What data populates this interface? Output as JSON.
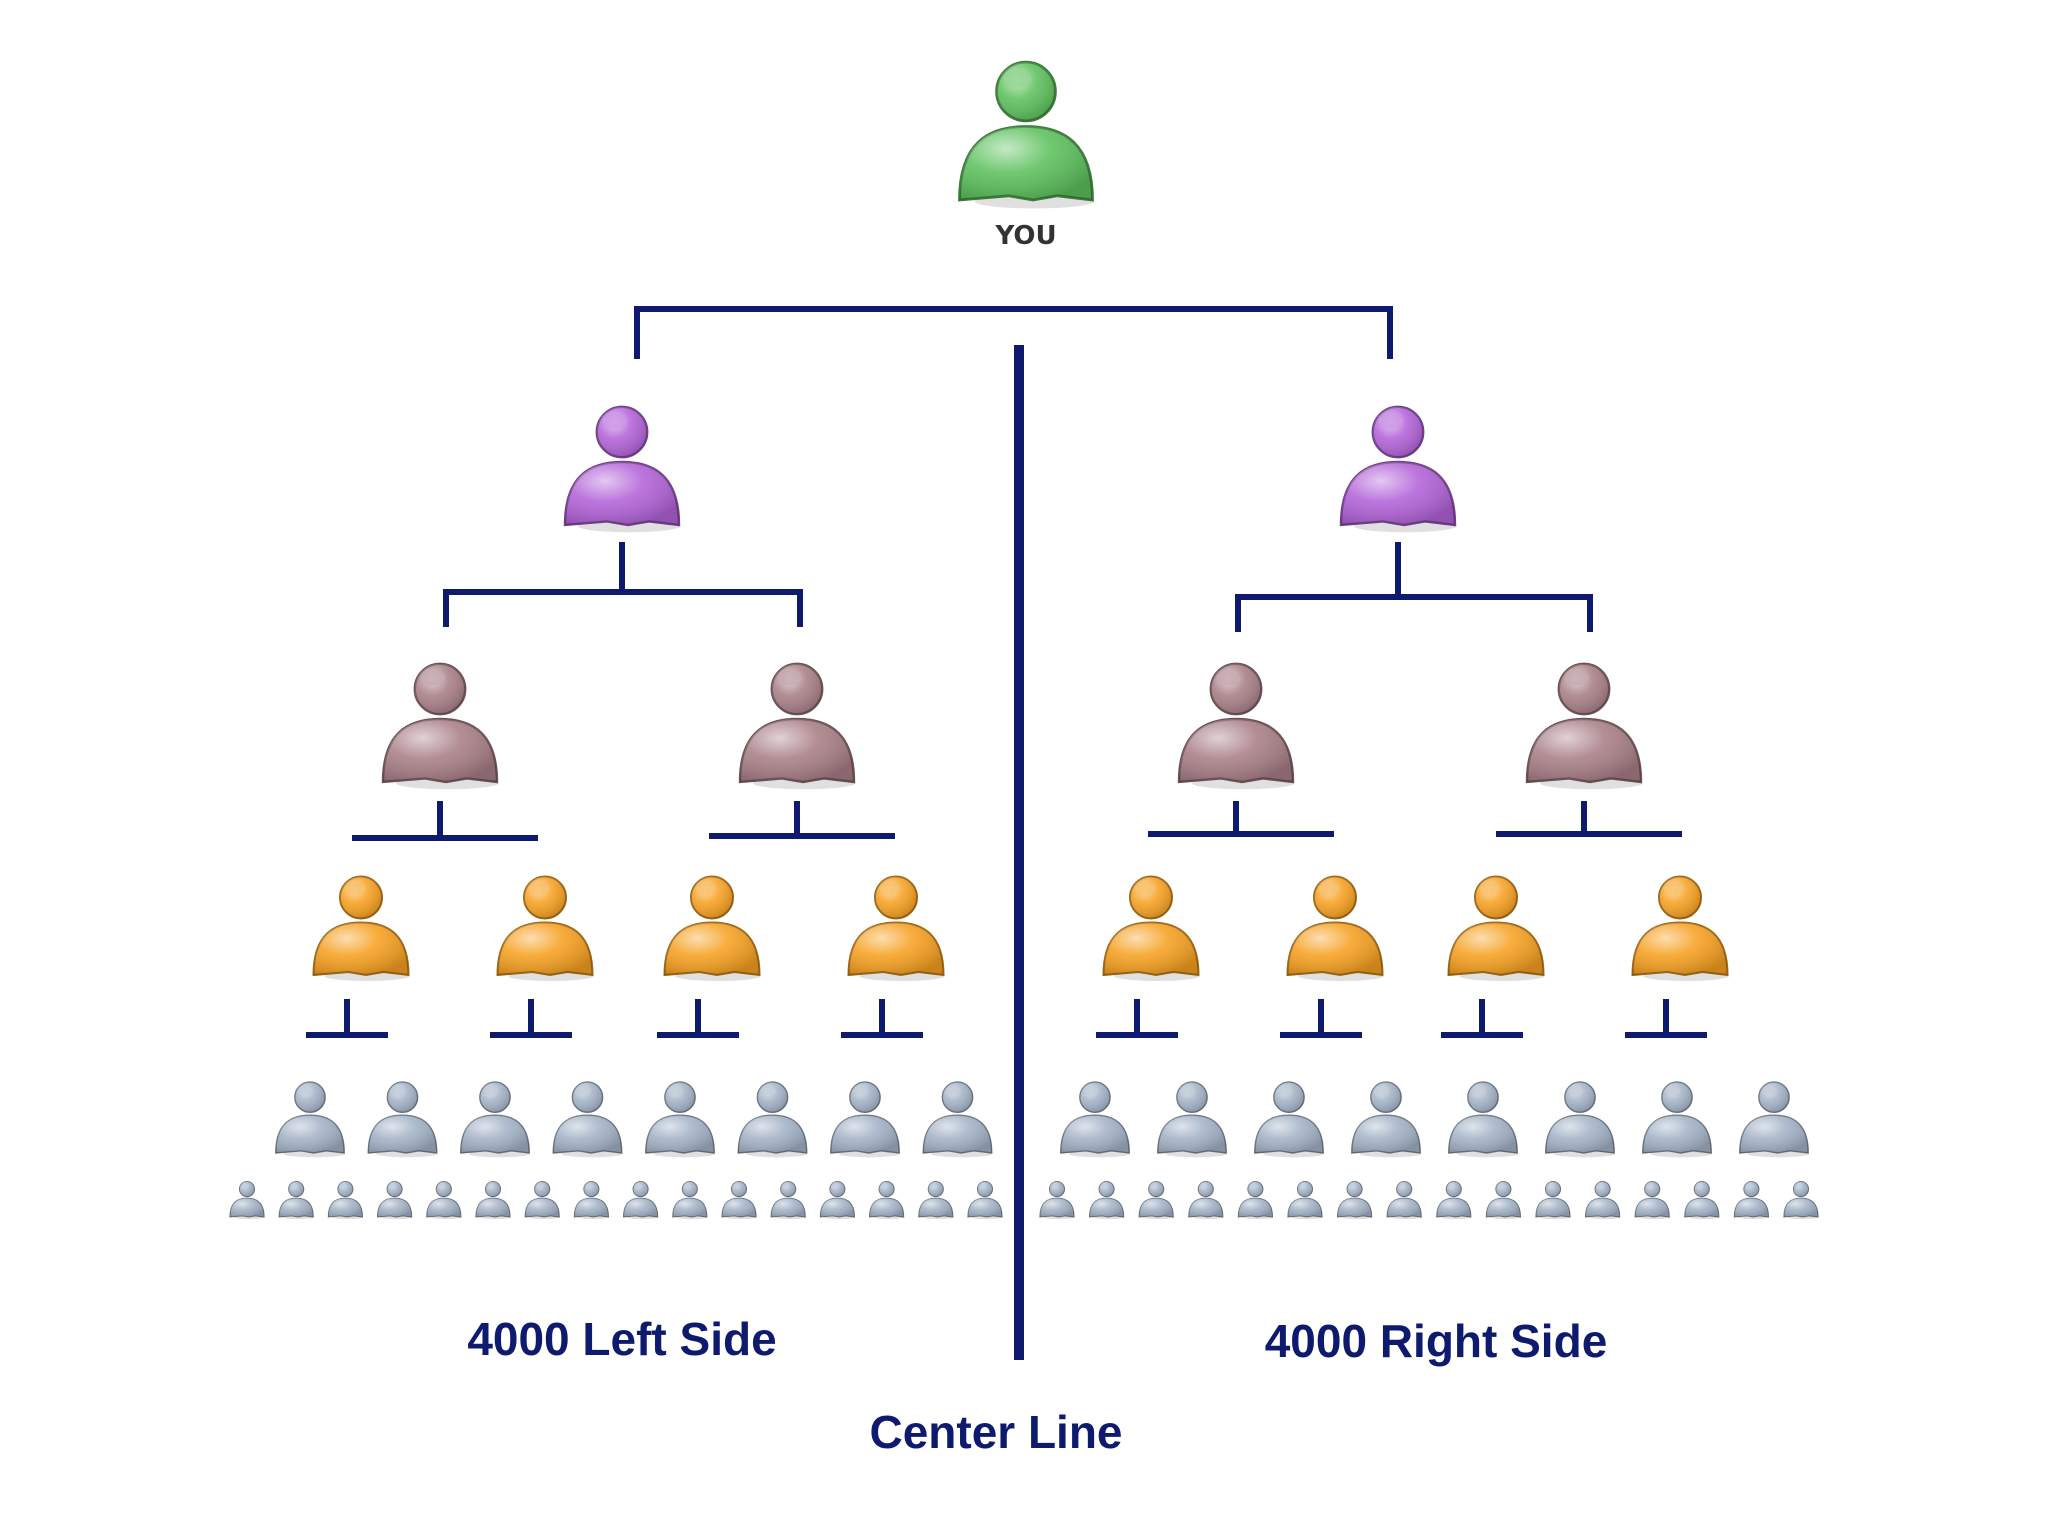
{
  "labels": {
    "you": "YOU",
    "left_side": "4000 Left Side",
    "right_side": "4000 Right Side",
    "center": "Center Line"
  },
  "colors": {
    "line": "#0d1a6e",
    "text": "#0d1a6e",
    "level0": "#5cc05c",
    "level1": "#b262d8",
    "level2": "#a87e86",
    "level3": "#f6a020",
    "level4": "#a3b2c6",
    "level5": "#a3b2c6"
  },
  "icons": {
    "person": "person-icon"
  },
  "tree": {
    "levels": [
      {
        "level": 0,
        "count": 1,
        "color_key": "level0"
      },
      {
        "level": 1,
        "count": 2,
        "color_key": "level1"
      },
      {
        "level": 2,
        "count": 4,
        "color_key": "level2"
      },
      {
        "level": 3,
        "count": 8,
        "color_key": "level3"
      },
      {
        "level": 4,
        "count": 16,
        "color_key": "level4"
      },
      {
        "level": 5,
        "count": 32,
        "color_key": "level5"
      }
    ]
  }
}
